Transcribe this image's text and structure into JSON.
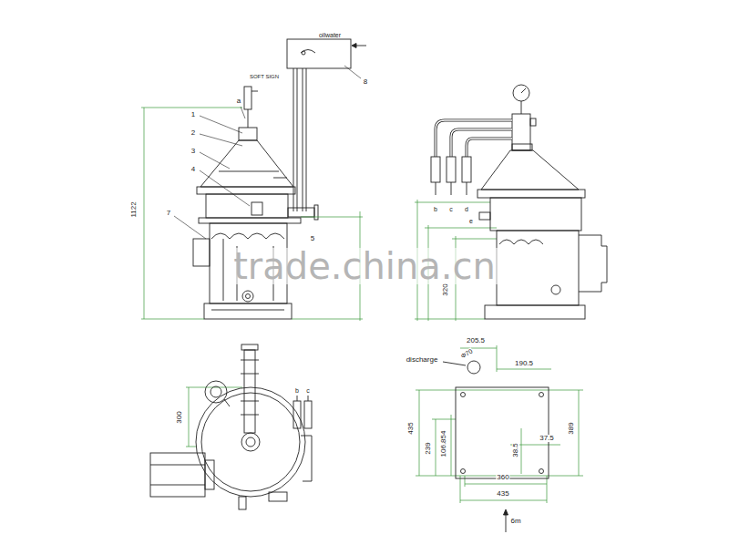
{
  "diagram": {
    "labels": [
      "oilwater",
      "SOFT SIGN",
      "a",
      "1",
      "2",
      "3",
      "4",
      "8",
      "1122",
      "7",
      "5",
      "b",
      "c",
      "d",
      "e",
      "320",
      "trade.china.cn",
      "300",
      "b",
      "c",
      "Φ70",
      "205.5",
      "discharge",
      "190.5",
      "435",
      "239",
      "106.854",
      "389",
      "38.5",
      "37.5",
      "360",
      "435",
      "6m"
    ]
  }
}
